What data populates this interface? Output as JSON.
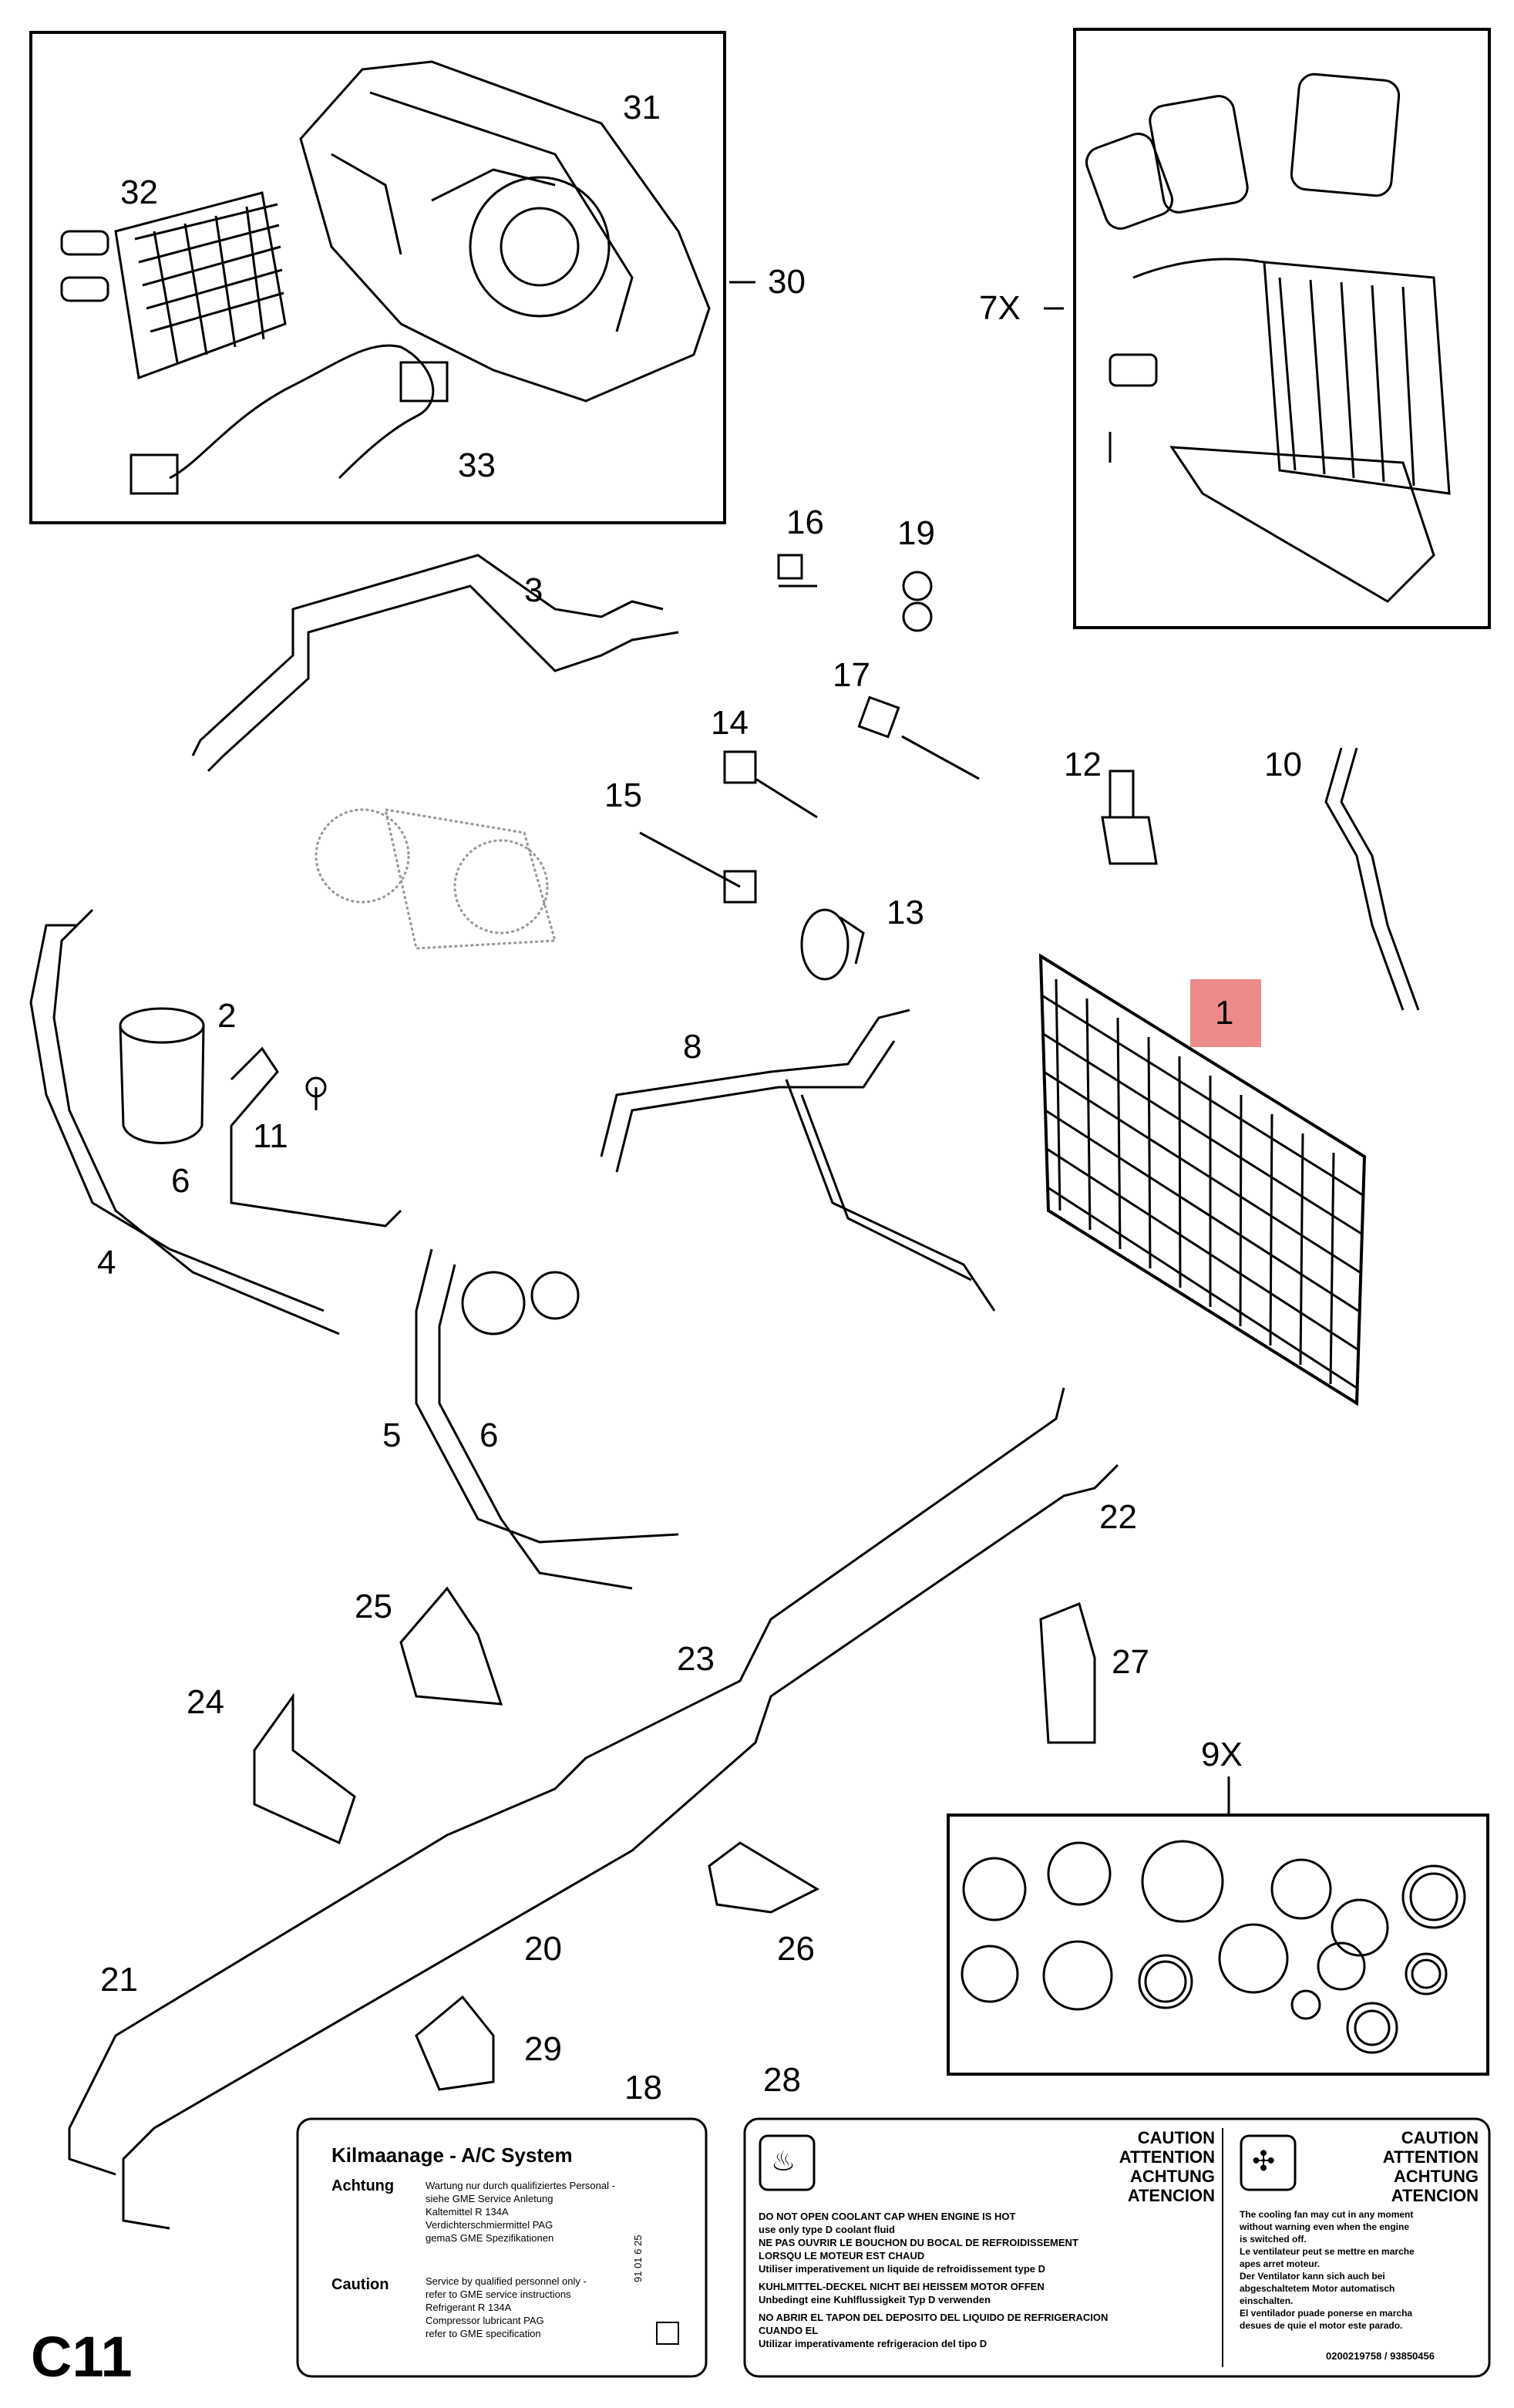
{
  "page_code": "C11",
  "highlighted_part": "1",
  "callouts": {
    "p1": "1",
    "p2": "2",
    "p3": "3",
    "p4": "4",
    "p5": "5",
    "p6a": "6",
    "p6b": "6",
    "p7x": "7X",
    "p8": "8",
    "p9x": "9X",
    "p10": "10",
    "p11": "11",
    "p12": "12",
    "p13": "13",
    "p14": "14",
    "p15": "15",
    "p16": "16",
    "p17": "17",
    "p18": "18",
    "p19": "19",
    "p20": "20",
    "p21": "21",
    "p22": "22",
    "p23": "23",
    "p24": "24",
    "p25": "25",
    "p26": "26",
    "p27": "27",
    "p28": "28",
    "p29": "29",
    "p30": "30",
    "p31": "31",
    "p32": "32",
    "p33": "33"
  },
  "label18": {
    "title": "Kilmaanage - A/C System",
    "achtung_head": "Achtung",
    "achtung_lines": [
      "Wartung nur durch qualifiziertes Personal -",
      "siehe GME Service Anletung",
      "Kaltemittel R 134A",
      "Verdichterschmiermittel PAG",
      "gemaS GME Spezifikationen"
    ],
    "caution_head": "Caution",
    "caution_lines": [
      "Service by qualified personnel only -",
      "refer to GME service instructions",
      "Refrigerant R 134A",
      "Compressor lubricant PAG",
      "refer to GME specification"
    ],
    "side_code": "91 01 6 25"
  },
  "label28": {
    "left_heads": [
      "CAUTION",
      "ATTENTION",
      "ACHTUNG",
      "ATENCION"
    ],
    "left_lines": [
      "DO NOT OPEN COOLANT CAP WHEN ENGINE IS HOT",
      "use only type D coolant fluid",
      "NE PAS OUVRIR LE BOUCHON DU BOCAL DE REFROIDISSEMENT",
      "LORSQU LE MOTEUR EST CHAUD",
      "Utiliser imperativement un liquide de refroidissement type D",
      "KUHLMITTEL-DECKEL NICHT BEI HEISSEM MOTOR OFFEN",
      "Unbedingt eine Kuhlflussigkeit Typ D verwenden",
      "NO ABRIR EL TAPON DEL DEPOSITO DEL LIQUIDO DE REFRIGERACION",
      "CUANDO EL",
      "Utilizar imperativamente refrigeracion del tipo D"
    ],
    "right_heads": [
      "CAUTION",
      "ATTENTION",
      "ACHTUNG",
      "ATENCION"
    ],
    "right_lines": [
      "The cooling fan may cut in any moment",
      "without warning even when the engine",
      "is switched off.",
      "Le ventilateur peut se mettre en marche",
      "apes arret moteur.",
      "Der Ventilator kann sich auch bei",
      "abgeschaltetem Motor automatisch",
      "einschalten.",
      "El ventilador puade ponerse en marcha",
      "desues de quie el motor este parado."
    ],
    "code": "0200219758 / 93850456"
  }
}
